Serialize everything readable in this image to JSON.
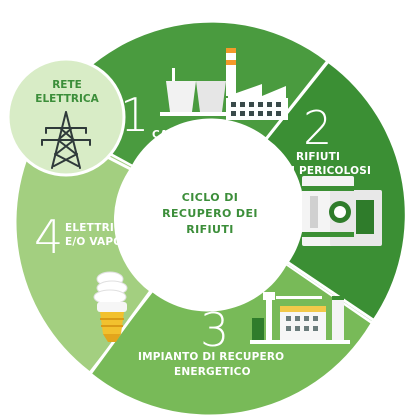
{
  "center": {
    "line1": "CICLO DI",
    "line2": "RECUPERO DEI",
    "line3": "RIFIUTI"
  },
  "grid_node": {
    "line1": "RETE",
    "line2": "ELETTRICA"
  },
  "stages": [
    {
      "number": "1",
      "label": "CARTIERA"
    },
    {
      "number": "2",
      "label_line1": "RIFIUTI",
      "label_line2": "NON PERICOLOSI"
    },
    {
      "number": "3",
      "label_line1": "IMPIANTO DI RECUPERO",
      "label_line2": "ENERGETICO"
    },
    {
      "number": "4",
      "label_line1": "ELETTRICITÀ",
      "label_line2": "E/O VAPORE"
    }
  ],
  "colors": {
    "segment_1": "#4a9b3f",
    "segment_2": "#3b8f34",
    "segment_3": "#78ba58",
    "segment_4": "#a3cf80",
    "center_circle": "#ffffff",
    "grid_node_bg": "#d8ecc6",
    "text_dark_green": "#3c8e3a"
  },
  "icons": [
    "paper-mill-icon",
    "waste-bales-icon",
    "energy-plant-icon",
    "light-bulb-icon",
    "power-pylon-icon"
  ]
}
